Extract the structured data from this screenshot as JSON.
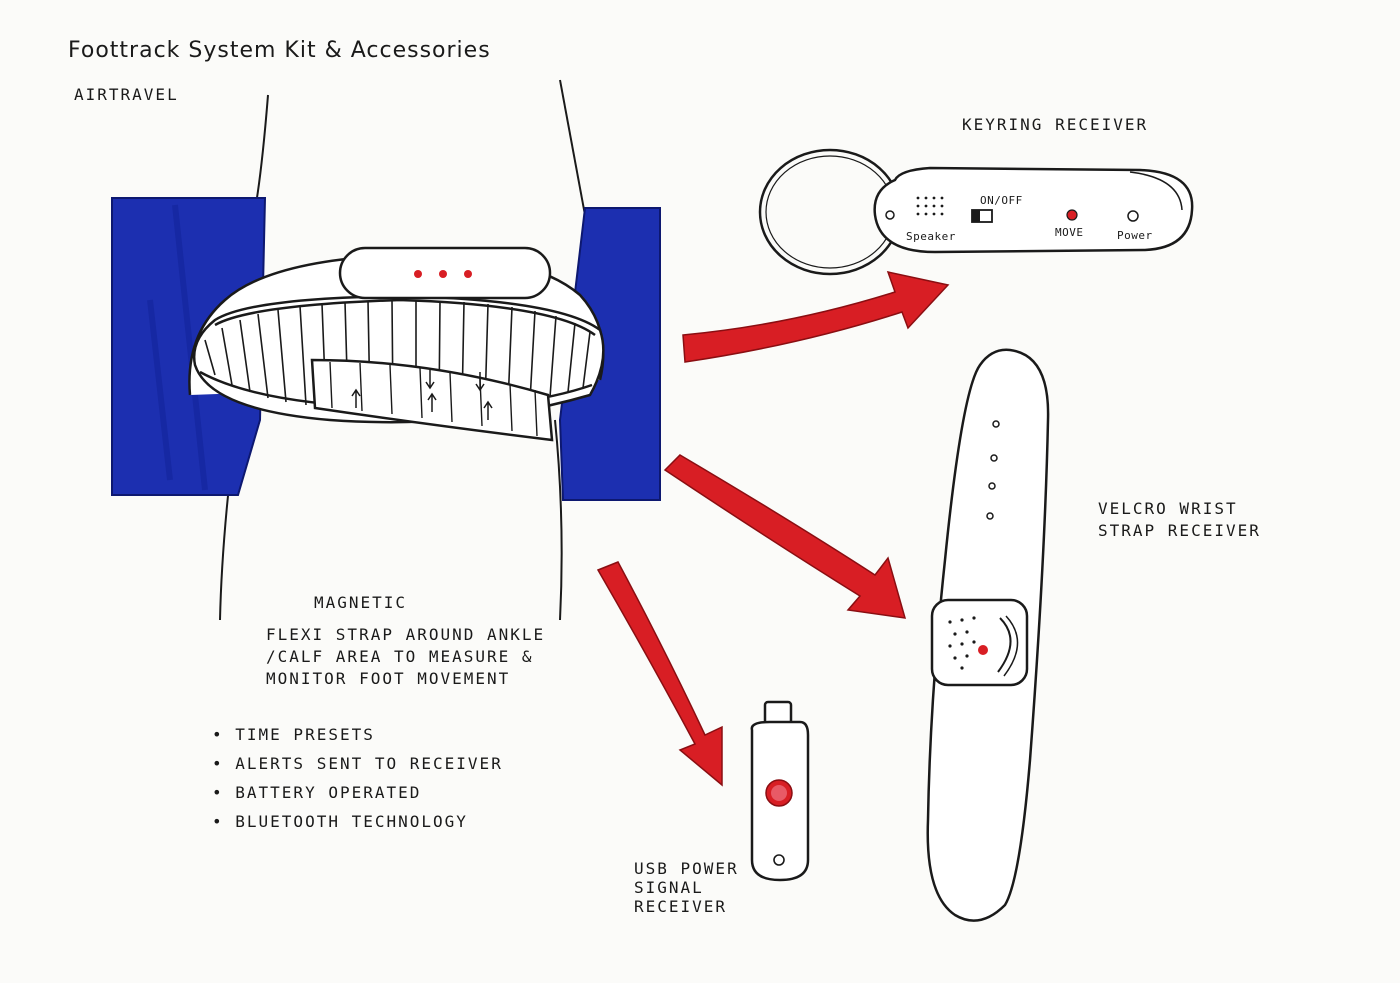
{
  "title": "Foottrack System Kit & Accessories",
  "subtitle": "AIRTRAVEL",
  "labels": {
    "keyring": "KEYRING RECEIVER",
    "on_off": "ON/OFF",
    "speaker": "Speaker",
    "move": "MOVE",
    "power": "Power",
    "velcro_line1": "VELCRO WRIST",
    "velcro_line2": "STRAP RECEIVER",
    "magnetic": "MAGNETIC",
    "desc_line1": "FLEXI STRAP AROUND ANKLE",
    "desc_line2": "/CALF AREA TO MEASURE &",
    "desc_line3": "MONITOR FOOT MOVEMENT",
    "usb_line1": "USB POWER",
    "usb_line2": "SIGNAL",
    "usb_line3": "RECEIVER"
  },
  "features": [
    "TIME PRESETS",
    "ALERTS SENT TO RECEIVER",
    "BATTERY OPERATED",
    "BLUETOOTH TECHNOLOGY"
  ],
  "colors": {
    "blue": "#1c2fb0",
    "red": "#d81e24",
    "ink": "#1a1a1a",
    "paper": "#fbfbf9"
  }
}
